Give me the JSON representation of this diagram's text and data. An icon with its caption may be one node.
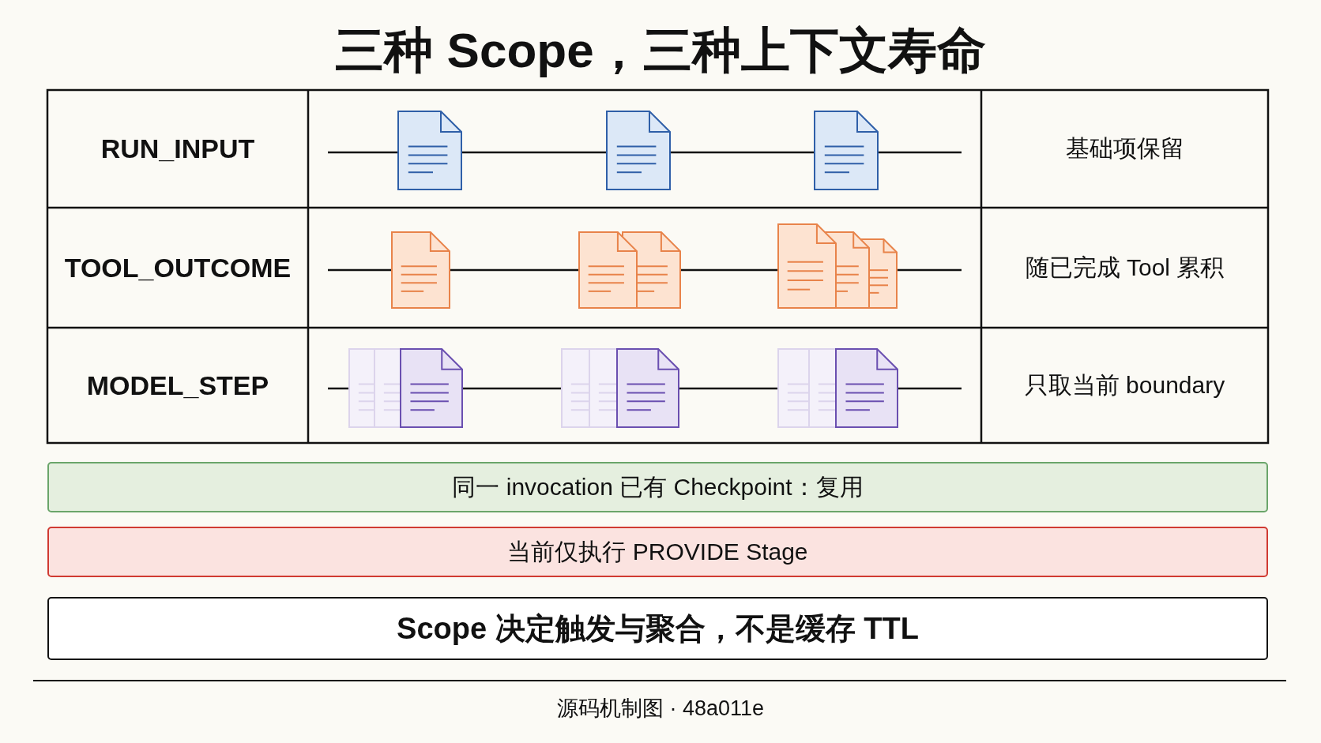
{
  "diagram": {
    "title": "三种 Scope，三种上下文寿命",
    "nodes": [
      {
        "text": [
          "同一 invocation 已有 Checkpoint：复用"
        ]
      },
      {
        "text": [
          "当前仅执行 PROVIDE Stage"
        ]
      },
      {
        "text": [
          "Scope 决定触发与聚合，不是缓存 TTL"
        ]
      }
    ],
    "labels": [
      "RUN_INPUT",
      "基础项保留",
      "TOOL_OUTCOME",
      "随已完成 Tool 累积",
      "MODEL_STEP",
      "只取当前 boundary",
      "源码机制图 · 48a011e"
    ]
  }
}
